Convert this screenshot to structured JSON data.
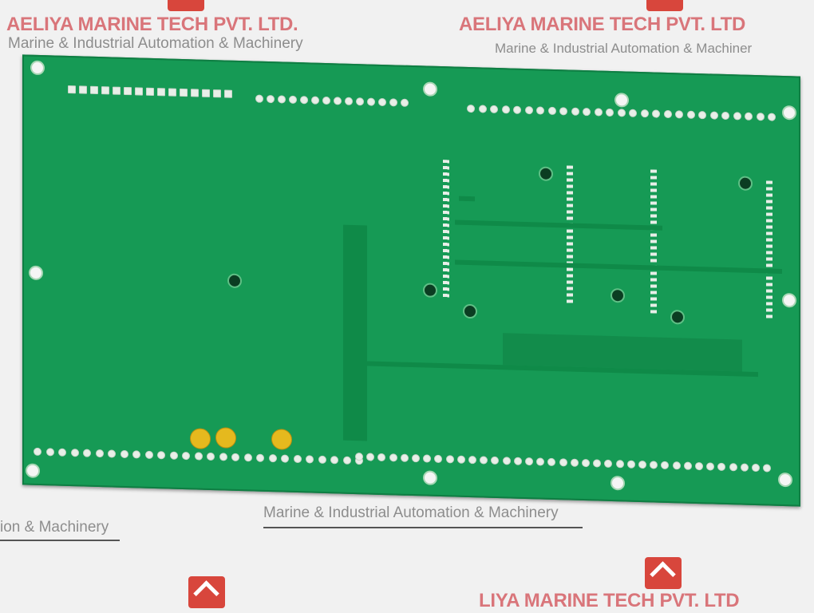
{
  "watermark": {
    "company": "AELIYA MARINE TECH PVT. LTD.",
    "tagline": "Marine & Industrial Automation & Machinery",
    "partial_company_right": "AELIYA MARINE TECH PVT. LTD",
    "partial_tagline_right": "Marine & Industrial Automation & Machiner",
    "partial_tagline_left": "ion & Machinery",
    "partial_bottom": "LIYA MARINE TECH PVT. LTD"
  },
  "board": {
    "color": "#169a55",
    "component_color": "#e5b91e"
  }
}
